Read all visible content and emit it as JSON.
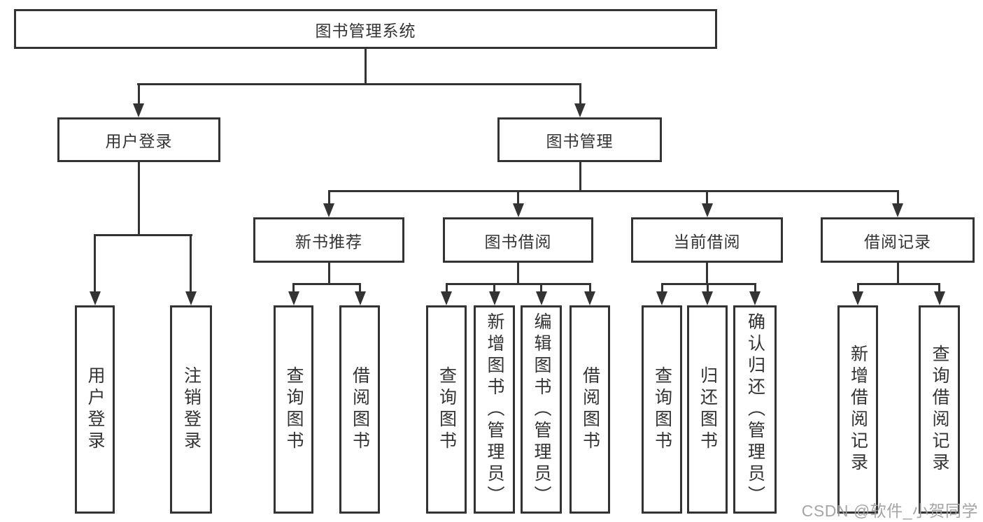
{
  "colors": {
    "line": "#333333",
    "box_bg": "#ffffff",
    "text": "#333333",
    "watermark": "#9e9e9e"
  },
  "watermark": {
    "text": "CSDN @软件_小贺同学"
  },
  "tree": {
    "root": {
      "label": "图书管理系统",
      "children": [
        {
          "label": "用户登录",
          "children": [
            {
              "label": "用户登录"
            },
            {
              "label": "注销登录"
            }
          ]
        },
        {
          "label": "图书管理",
          "children": [
            {
              "label": "新书推荐",
              "children": [
                {
                  "label": "查询图书"
                },
                {
                  "label": "借阅图书"
                }
              ]
            },
            {
              "label": "图书借阅",
              "children": [
                {
                  "label": "查询图书"
                },
                {
                  "label": "新增图书（管理员）"
                },
                {
                  "label": "编辑图书（管理员）"
                },
                {
                  "label": "借阅图书"
                }
              ]
            },
            {
              "label": "当前借阅",
              "children": [
                {
                  "label": "查询图书"
                },
                {
                  "label": "归还图书"
                },
                {
                  "label": "确认归还（管理员）"
                }
              ]
            },
            {
              "label": "借阅记录",
              "children": [
                {
                  "label": "新增借阅记录"
                },
                {
                  "label": "查询借阅记录"
                }
              ]
            }
          ]
        }
      ]
    }
  }
}
